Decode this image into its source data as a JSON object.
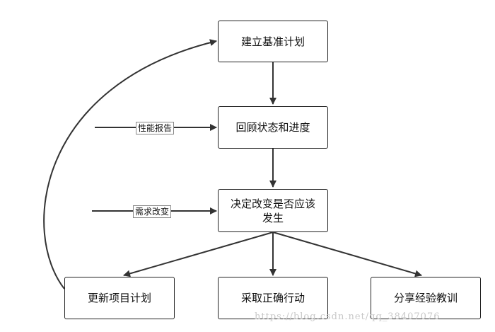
{
  "nodes": {
    "baseline": "建立基准计划",
    "review": "回顾状态和进度",
    "decide": "决定改变是否应该发生",
    "update": "更新项目计划",
    "correct": "采取正确行动",
    "lessons": "分享经验教训"
  },
  "edge_labels": {
    "performance": "性能报告",
    "requirements": "需求改变"
  },
  "watermark": "https://blog.csdn.net/qq_38407076",
  "colors": {
    "stroke": "#333333",
    "border": "#222222",
    "watermark": "#c8c8c8"
  }
}
